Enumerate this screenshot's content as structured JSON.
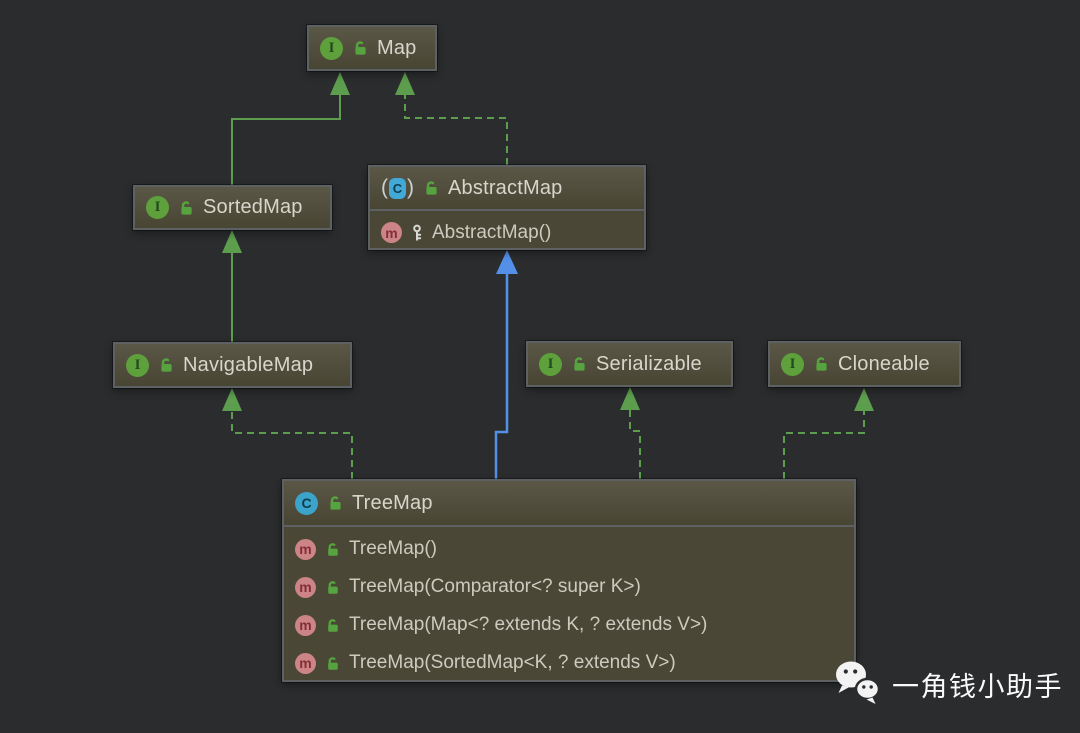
{
  "glyphs": {
    "interface": "I",
    "class": "C",
    "abstract_class": "C",
    "method": "m"
  },
  "nodes": {
    "map": {
      "title": "Map",
      "kind": "interface"
    },
    "sorted_map": {
      "title": "SortedMap",
      "kind": "interface"
    },
    "abstract_map": {
      "title": "AbstractMap",
      "kind": "abstract class",
      "members": [
        {
          "label": "AbstractMap()",
          "visibility": "key"
        }
      ]
    },
    "navigable_map": {
      "title": "NavigableMap",
      "kind": "interface"
    },
    "serializable": {
      "title": "Serializable",
      "kind": "interface"
    },
    "cloneable": {
      "title": "Cloneable",
      "kind": "interface"
    },
    "tree_map": {
      "title": "TreeMap",
      "kind": "class",
      "members": [
        {
          "label": "TreeMap()",
          "visibility": "public"
        },
        {
          "label": "TreeMap(Comparator<? super K>)",
          "visibility": "public"
        },
        {
          "label": "TreeMap(Map<? extends K, ? extends V>)",
          "visibility": "public"
        },
        {
          "label": "TreeMap(SortedMap<K, ? extends V>)",
          "visibility": "public"
        }
      ]
    }
  },
  "edges": [
    {
      "from": "SortedMap",
      "to": "Map",
      "relation": "extends",
      "line": "solid",
      "color": "green"
    },
    {
      "from": "AbstractMap",
      "to": "Map",
      "relation": "implements",
      "line": "dashed",
      "color": "green"
    },
    {
      "from": "NavigableMap",
      "to": "SortedMap",
      "relation": "extends",
      "line": "solid",
      "color": "green"
    },
    {
      "from": "TreeMap",
      "to": "NavigableMap",
      "relation": "implements",
      "line": "dashed",
      "color": "green"
    },
    {
      "from": "TreeMap",
      "to": "AbstractMap",
      "relation": "extends",
      "line": "solid",
      "color": "blue"
    },
    {
      "from": "TreeMap",
      "to": "Serializable",
      "relation": "implements",
      "line": "dashed",
      "color": "green"
    },
    {
      "from": "TreeMap",
      "to": "Cloneable",
      "relation": "implements",
      "line": "dashed",
      "color": "green"
    }
  ],
  "colors": {
    "background": "#2a2c2e",
    "node_fill": "#4a4737",
    "node_border": "#5e6163",
    "edge_green": "#5d9e4e",
    "edge_blue": "#5590e8",
    "interface_icon": "#5ea13c",
    "class_icon": "#3ca4cb",
    "abstract_icon": "#42a8d6",
    "method_icon": "#cd8486",
    "lock_icon": "#57a33f",
    "key_icon": "#d9d7d1",
    "title_text": "#d8d6cb"
  },
  "watermark": {
    "text": "一角钱小助手"
  }
}
